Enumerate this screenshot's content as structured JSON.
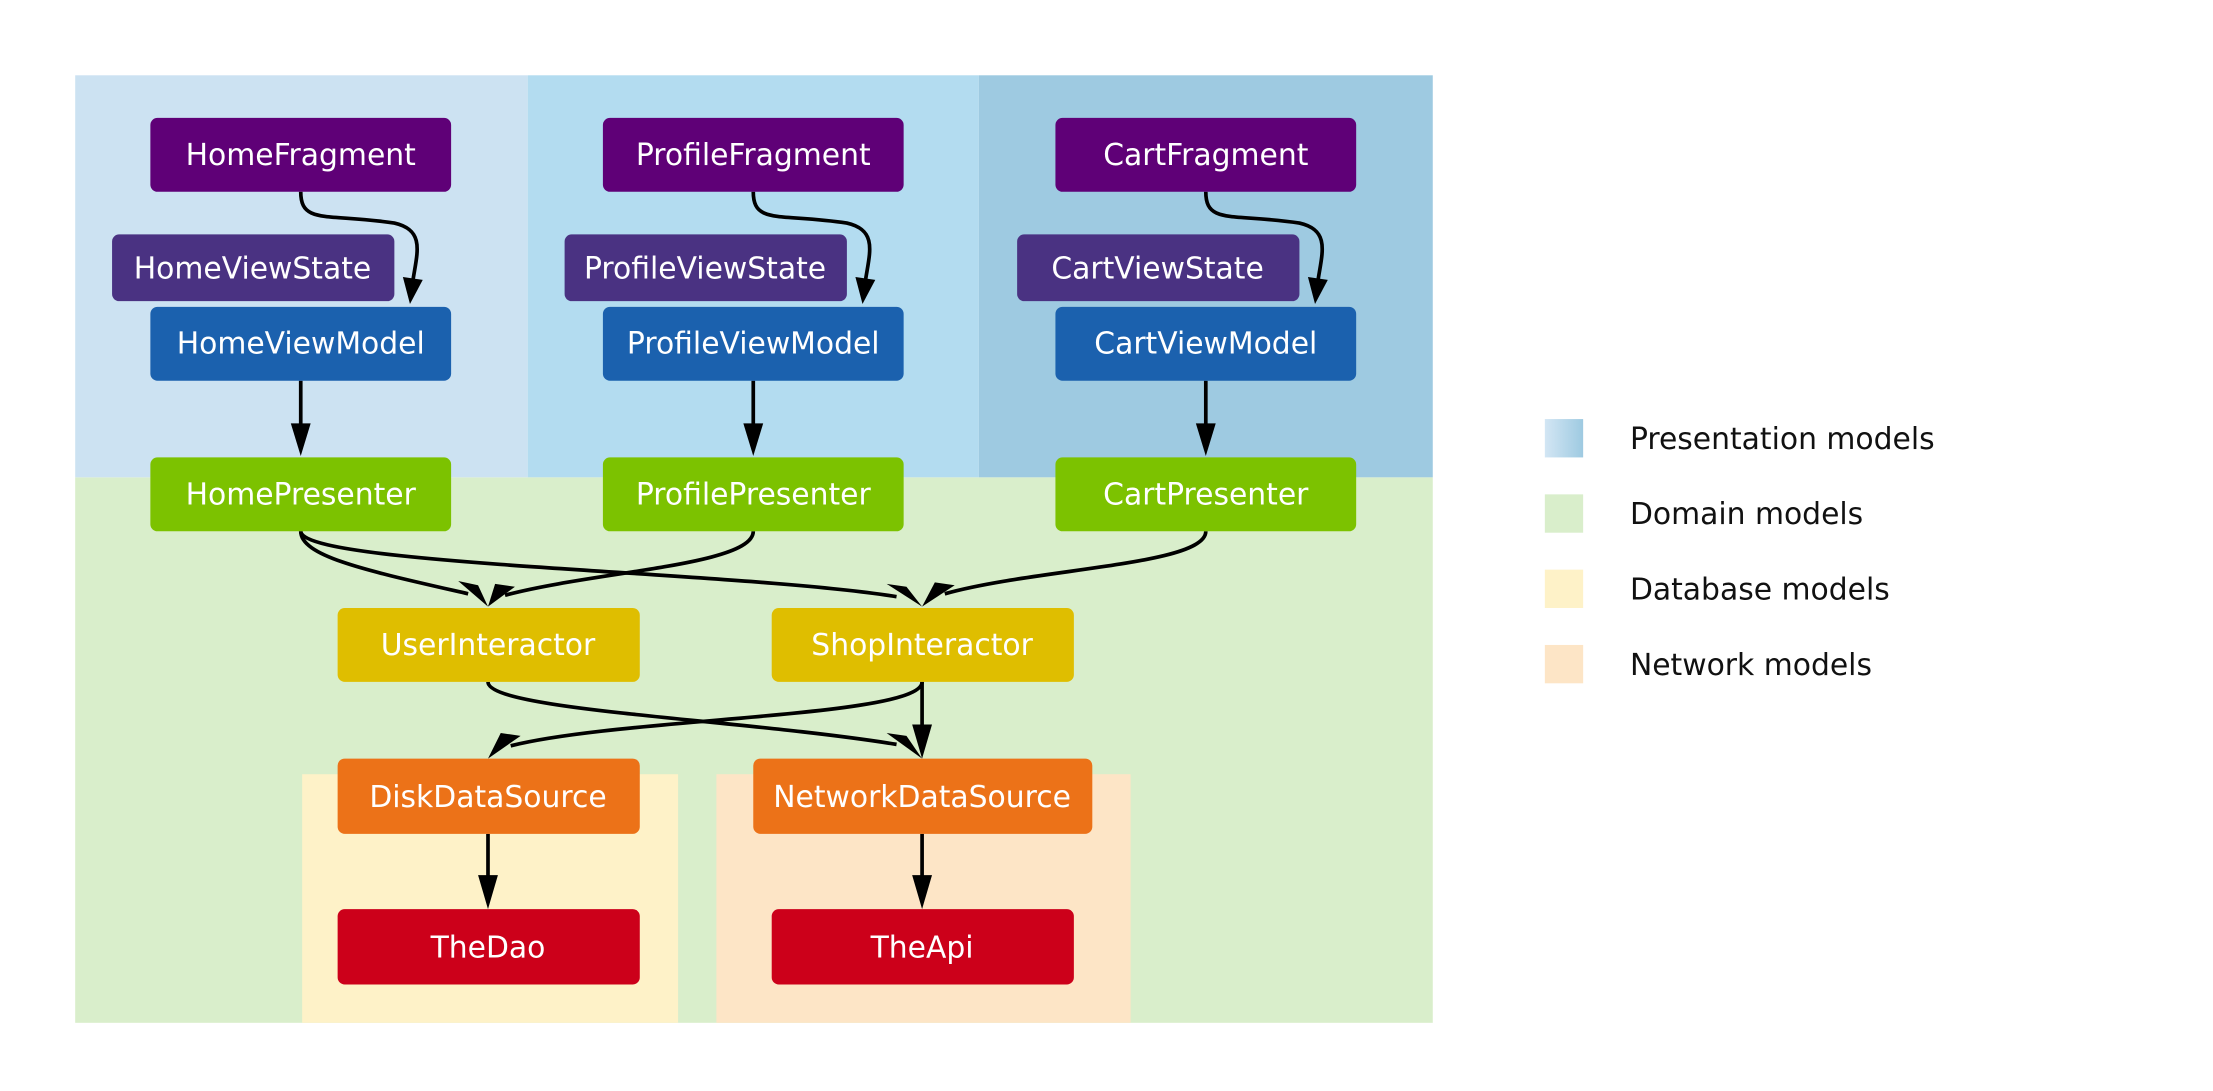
{
  "colors": {
    "fragment": "#5f0077",
    "view_state": "#4a3282",
    "view_model": "#1b61ae",
    "presenter": "#7cc200",
    "interactor": "#dfbe00",
    "data_source": "#ec7218",
    "backend": "#cc001a",
    "presentation_bg": [
      "#cce2f2",
      "#b3dcf0",
      "#9ecae1"
    ],
    "domain_bg": "#d9eecb",
    "database_bg": "#fef2c8",
    "network_bg": "#fde5c6",
    "edge": "#000000"
  },
  "regions": [
    {
      "id": "presentation-home",
      "category": "Presentation models"
    },
    {
      "id": "presentation-profile",
      "category": "Presentation models"
    },
    {
      "id": "presentation-cart",
      "category": "Presentation models"
    },
    {
      "id": "domain",
      "category": "Domain models"
    },
    {
      "id": "database",
      "category": "Database models"
    },
    {
      "id": "network",
      "category": "Network models"
    }
  ],
  "nodes": {
    "home_fragment": "HomeFragment",
    "home_view_state": "HomeViewState",
    "home_view_model": "HomeViewModel",
    "home_presenter": "HomePresenter",
    "profile_fragment": "ProfileFragment",
    "profile_view_state": "ProfileViewState",
    "profile_view_model": "ProfileViewModel",
    "profile_presenter": "ProfilePresenter",
    "cart_fragment": "CartFragment",
    "cart_view_state": "CartViewState",
    "cart_view_model": "CartViewModel",
    "cart_presenter": "CartPresenter",
    "user_interactor": "UserInteractor",
    "shop_interactor": "ShopInteractor",
    "disk_data_source": "DiskDataSource",
    "network_data_source": "NetworkDataSource",
    "the_dao": "TheDao",
    "the_api": "TheApi"
  },
  "edges": [
    {
      "from": "HomeFragment",
      "to": "HomeViewModel"
    },
    {
      "from": "HomeViewModel",
      "to": "HomePresenter"
    },
    {
      "from": "ProfileFragment",
      "to": "ProfileViewModel"
    },
    {
      "from": "ProfileViewModel",
      "to": "ProfilePresenter"
    },
    {
      "from": "CartFragment",
      "to": "CartViewModel"
    },
    {
      "from": "CartViewModel",
      "to": "CartPresenter"
    },
    {
      "from": "HomePresenter",
      "to": "UserInteractor"
    },
    {
      "from": "HomePresenter",
      "to": "ShopInteractor"
    },
    {
      "from": "ProfilePresenter",
      "to": "UserInteractor"
    },
    {
      "from": "CartPresenter",
      "to": "ShopInteractor"
    },
    {
      "from": "UserInteractor",
      "to": "NetworkDataSource"
    },
    {
      "from": "ShopInteractor",
      "to": "DiskDataSource"
    },
    {
      "from": "ShopInteractor",
      "to": "NetworkDataSource"
    },
    {
      "from": "DiskDataSource",
      "to": "TheDao"
    },
    {
      "from": "NetworkDataSource",
      "to": "TheApi"
    }
  ],
  "legend": {
    "items": [
      {
        "label": "Presentation models",
        "color": "#b3dcf0"
      },
      {
        "label": "Domain models",
        "color": "#d9eecb"
      },
      {
        "label": "Database models",
        "color": "#fef2c8"
      },
      {
        "label": "Network models",
        "color": "#fde5c6"
      }
    ]
  }
}
